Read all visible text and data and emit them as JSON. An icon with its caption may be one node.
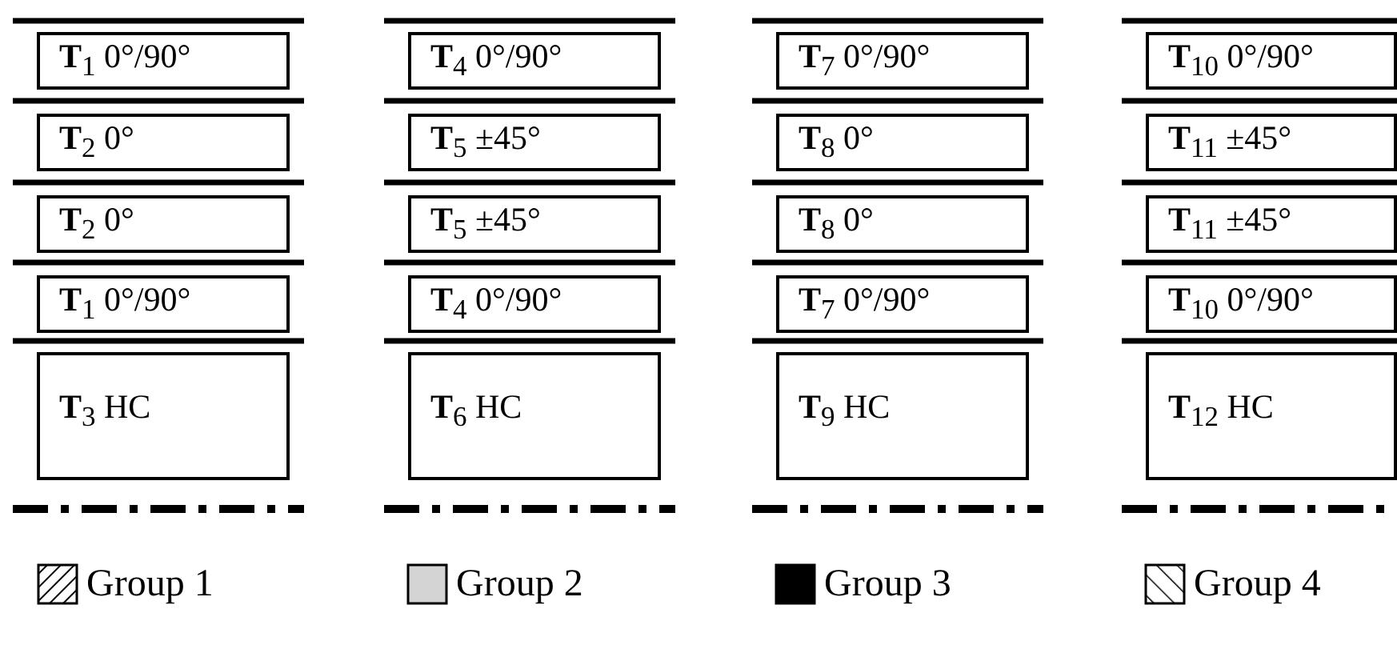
{
  "diagram": {
    "nodes": [
      {
        "text": [
          "**T**$_{1}$ 0°/90°"
        ]
      },
      {
        "text": [
          "**T**$_{2}$ 0°"
        ]
      },
      {
        "text": [
          "**T**$_{2}$ 0°"
        ]
      },
      {
        "text": [
          "**T**$_{1}$ 0°/90°"
        ]
      },
      {
        "text": [
          "**T**$_{3}$ HC"
        ]
      },
      {
        "text": [
          "**T**$_{4}$ 0°/90°"
        ]
      },
      {
        "text": [
          "**T**$_{5}$ ±45°"
        ]
      },
      {
        "text": [
          "**T**$_{5}$ ±45°"
        ]
      },
      {
        "text": [
          "**T**$_{4}$ 0°/90°"
        ]
      },
      {
        "text": [
          "**T**$_{6}$ HC"
        ]
      },
      {
        "text": [
          "**T**$_{7}$ 0°/90°"
        ]
      },
      {
        "text": [
          "**T**$_{8}$ 0°"
        ]
      },
      {
        "text": [
          "**T**$_{8}$ 0°"
        ]
      },
      {
        "text": [
          "**T**$_{7}$ 0°/90°"
        ]
      },
      {
        "text": [
          "**T**$_{9}$ HC"
        ]
      },
      {
        "text": [
          "**T**$_{10}$ 0°/90°"
        ]
      },
      {
        "text": [
          "**T**$_{11}$ ±45°"
        ]
      },
      {
        "text": [
          "**T**$_{11}$ ±45°"
        ]
      },
      {
        "text": [
          "**T**$_{10}$ 0°/90°"
        ]
      },
      {
        "text": [
          "**T**$_{12}$ HC"
        ]
      }
    ],
    "edges": [],
    "legend": [
      {
        "text": "Group 1"
      },
      {
        "text": "Group 2",
        "color": "#d4d4d4"
      },
      {
        "text": "Group 3",
        "color": "#000000"
      },
      {
        "text": "Group 4"
      }
    ]
  }
}
